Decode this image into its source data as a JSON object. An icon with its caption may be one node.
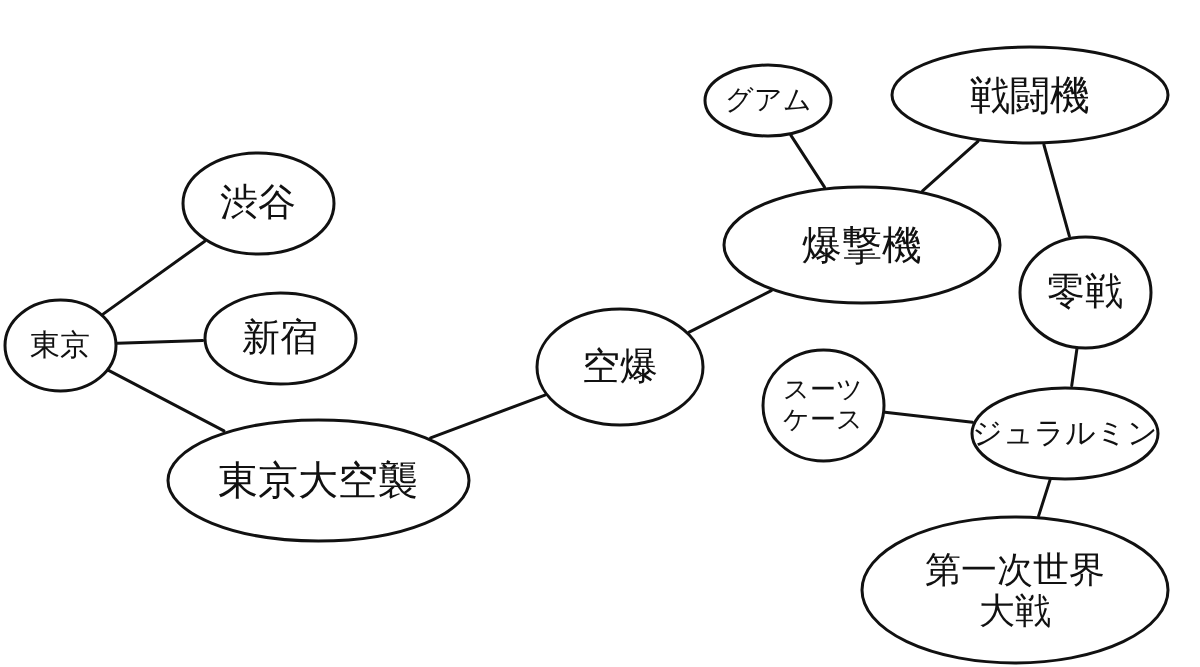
{
  "diagram": {
    "nodes": [
      {
        "text": [
          "東京"
        ]
      },
      {
        "text": [
          "渋谷"
        ]
      },
      {
        "text": [
          "新宿"
        ]
      },
      {
        "text": [
          "東京大空襲"
        ]
      },
      {
        "text": [
          "空爆"
        ]
      },
      {
        "text": [
          "爆撃機"
        ]
      },
      {
        "text": [
          "グアム"
        ]
      },
      {
        "text": [
          "戦闘機"
        ]
      },
      {
        "text": [
          "零戦"
        ]
      },
      {
        "text": [
          "スーツケース"
        ]
      },
      {
        "text": [
          "ジュラルミン"
        ]
      },
      {
        "text": [
          "第一次世界大戦"
        ]
      }
    ],
    "edges": [
      {
        "from": 0,
        "to": 1,
        "arrow": "none"
      },
      {
        "from": 0,
        "to": 2,
        "arrow": "none"
      },
      {
        "from": 0,
        "to": 3,
        "arrow": "none"
      },
      {
        "from": 3,
        "to": 4,
        "arrow": "none"
      },
      {
        "from": 4,
        "to": 5,
        "arrow": "none"
      },
      {
        "from": 5,
        "to": 6,
        "arrow": "none"
      },
      {
        "from": 5,
        "to": 7,
        "arrow": "none"
      },
      {
        "from": 7,
        "to": 8,
        "arrow": "none"
      },
      {
        "from": 8,
        "to": 10,
        "arrow": "none"
      },
      {
        "from": 10,
        "to": 9,
        "arrow": "none"
      },
      {
        "from": 10,
        "to": 11,
        "arrow": "none"
      }
    ]
  }
}
